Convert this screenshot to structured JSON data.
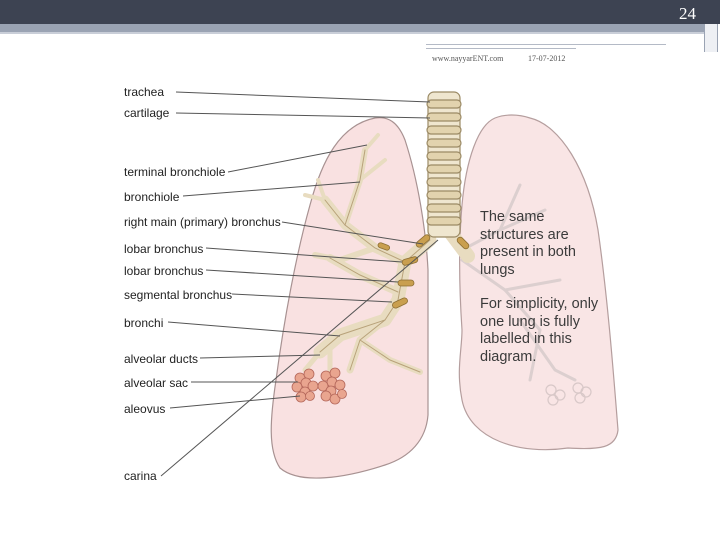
{
  "slide": {
    "number": "24",
    "website": "www.nayyarENT.com",
    "date": "17-07-2012"
  },
  "diagram": {
    "labels": [
      "trachea",
      "cartilage",
      "terminal bronchiole",
      "bronchiole",
      "right main (primary) bronchus",
      "lobar bronchus",
      "lobar bronchus",
      "segmental bronchus",
      "bronchi",
      "alveolar ducts",
      "alveolar sac",
      "aleovus",
      "carina"
    ],
    "note_1": "The same structures are present in both lungs",
    "note_2": "For simplicity, only one lung is fully labelled in this diagram."
  }
}
